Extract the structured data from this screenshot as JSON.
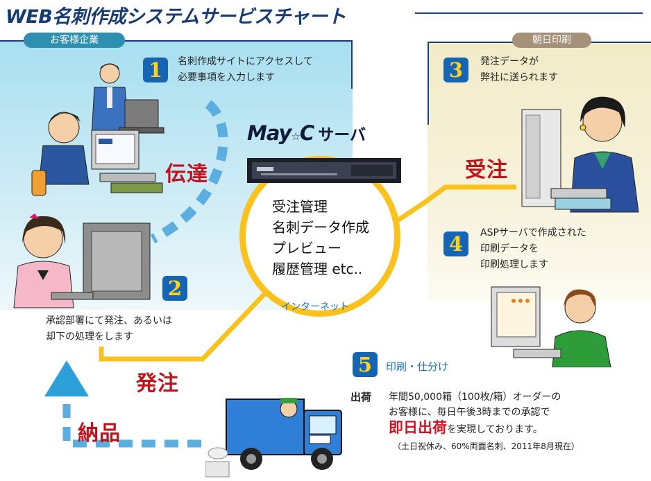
{
  "title": "WEB名刺作成システムサービスチャート",
  "labels": {
    "client": "お客様企業",
    "asahi": "朝日印刷"
  },
  "server": {
    "logo_may": "May",
    "logo_c": "C",
    "logo_suffix": "サーバ",
    "functions": [
      "受注管理",
      "名刺データ作成",
      "プレビュー",
      "履歴管理 etc.."
    ],
    "network": "インターネット"
  },
  "steps": [
    {
      "num": "1",
      "lines": [
        "名刺作成サイトにアクセスして",
        "必要事項を入力します"
      ]
    },
    {
      "num": "2",
      "lines": [
        "承認部署にて発注、あるいは",
        "却下の処理をします"
      ]
    },
    {
      "num": "3",
      "lines": [
        "発注データが",
        "弊社に送られます"
      ]
    },
    {
      "num": "4",
      "lines": [
        "ASPサーバで作成された",
        "印刷データを",
        "印刷処理します"
      ]
    },
    {
      "num": "5",
      "heading": "印刷・仕分け"
    }
  ],
  "flow_labels": {
    "transmit": "伝達",
    "order": "発注",
    "receive": "受注",
    "deliver": "納品"
  },
  "shipping": {
    "label": "出荷",
    "line1": "年間50,000箱（100枚/箱）オーダーの",
    "line2": "お客様に、毎日午後3時までの承認で",
    "emphasis": "即日出荷",
    "line3_rest": "を実現しております。",
    "note": "（土日祝休み、60%両面名刺、2011年8月現在）"
  },
  "colors": {
    "title": "#163a73",
    "number_badge": "#1565b4",
    "number_text": "#ffd21e",
    "flow_red": "#c0141c",
    "circle": "#fbc21d",
    "dash_blue": "#5aaee0",
    "client_panel": "#a8dff0",
    "asahi_panel": "#f2ebc8"
  }
}
